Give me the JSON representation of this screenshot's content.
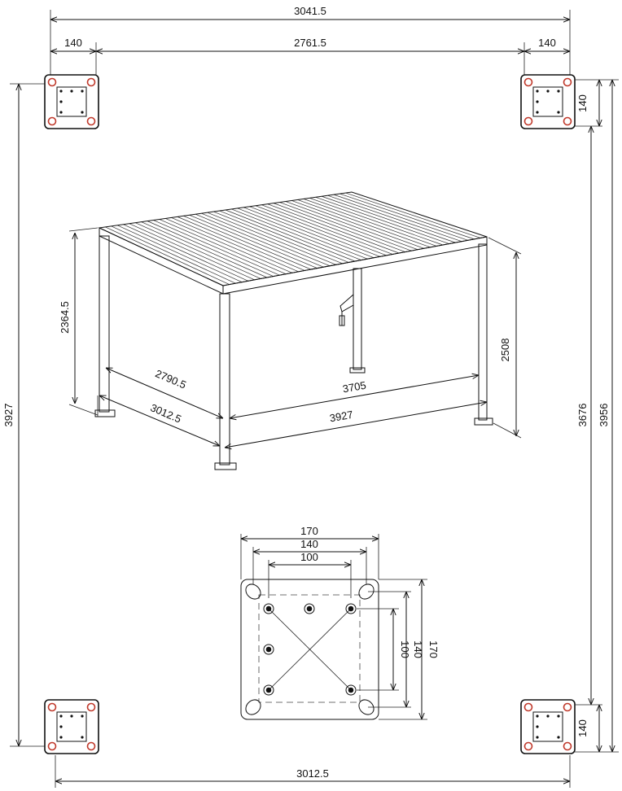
{
  "dimensions": {
    "top_total": "3041.5",
    "top_left_offset": "140",
    "top_middle": "2761.5",
    "top_right_offset": "140",
    "left_total": "3927",
    "right_inner": "3676",
    "right_outer": "3956",
    "right_top_plate": "140",
    "right_bottom_plate": "140",
    "bottom_total": "3012.5",
    "pergola_height_left": "2364.5",
    "pergola_height_right": "2508",
    "pergola_depth_inner": "2790.5",
    "pergola_depth_outer": "3012.5",
    "pergola_width_inner": "3705",
    "pergola_width_outer": "3927"
  },
  "base_plate_detail": {
    "width_outer": "170",
    "width_mid": "140",
    "width_inner": "100",
    "height_outer": "170",
    "height_mid": "140",
    "height_inner": "100"
  },
  "colors": {
    "line": "#111111",
    "hole_outline": "#c0392b"
  }
}
